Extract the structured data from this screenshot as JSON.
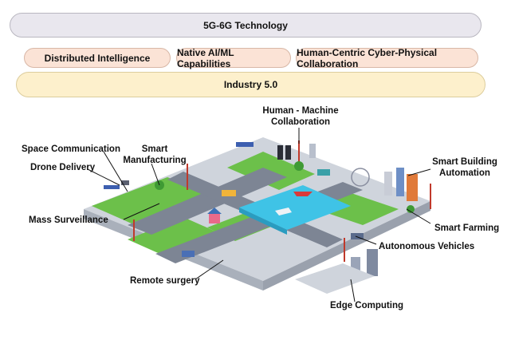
{
  "layers": {
    "top": "5G-6G Technology",
    "enablers": [
      "Distributed Intelligence",
      "Native AI/ML Capabilities",
      "Human-Centric Cyber-Physical Collaboration"
    ],
    "base": "Industry 5.0"
  },
  "applications": {
    "space_communication": "Space Communication",
    "smart_manufacturing_1": "Smart",
    "smart_manufacturing_2": "Manufacturing",
    "drone_delivery": "Drone Delivery",
    "mass_surveillance": "Mass Surveillance",
    "human_machine_1": "Human - Machine",
    "human_machine_2": "Collaboration",
    "smart_building_1": "Smart Building",
    "smart_building_2": "Automation",
    "smart_farming": "Smart Farming",
    "autonomous_vehicles": "Autonomous Vehicles",
    "remote_surgery": "Remote surgery",
    "edge_computing": "Edge Computing"
  },
  "colors": {
    "grass": "#6cc04a",
    "road": "#7d8594",
    "water": "#3fc3e6",
    "platform": "#cfd4dc"
  }
}
